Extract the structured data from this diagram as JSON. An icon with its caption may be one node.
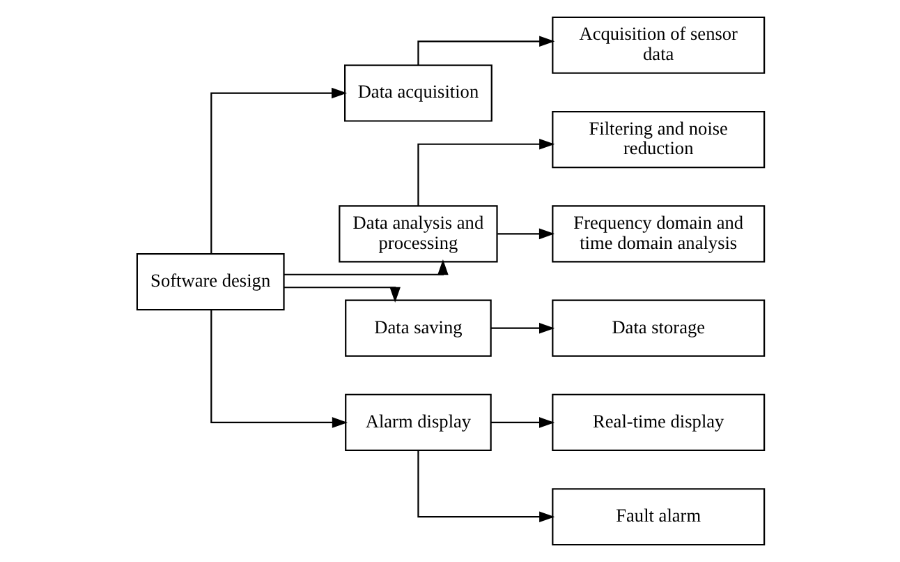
{
  "diagram": {
    "nodes": [
      {
        "text": [
          "Software design"
        ]
      },
      {
        "text": [
          "Data acquisition"
        ]
      },
      {
        "text": [
          "Data analysis and processing"
        ]
      },
      {
        "text": [
          "Data saving"
        ]
      },
      {
        "text": [
          "Alarm display"
        ]
      },
      {
        "text": [
          "Acquisition of sensor data"
        ]
      },
      {
        "text": [
          "Filtering and noise reduction"
        ]
      },
      {
        "text": [
          "Frequency domain and time domain analysis"
        ]
      },
      {
        "text": [
          "Data storage"
        ]
      },
      {
        "text": [
          "Real-time display"
        ]
      },
      {
        "text": [
          "Fault alarm"
        ]
      }
    ],
    "edges": [
      {
        "from": 0,
        "to": 1,
        "arrow": "to"
      },
      {
        "from": 0,
        "to": 2,
        "arrow": "to"
      },
      {
        "from": 0,
        "to": 3,
        "arrow": "to"
      },
      {
        "from": 0,
        "to": 4,
        "arrow": "to"
      },
      {
        "from": 1,
        "to": 5,
        "arrow": "to"
      },
      {
        "from": 2,
        "to": 6,
        "arrow": "to"
      },
      {
        "from": 2,
        "to": 7,
        "arrow": "to"
      },
      {
        "from": 3,
        "to": 8,
        "arrow": "to"
      },
      {
        "from": 4,
        "to": 9,
        "arrow": "to"
      },
      {
        "from": 4,
        "to": 10,
        "arrow": "to"
      }
    ]
  }
}
